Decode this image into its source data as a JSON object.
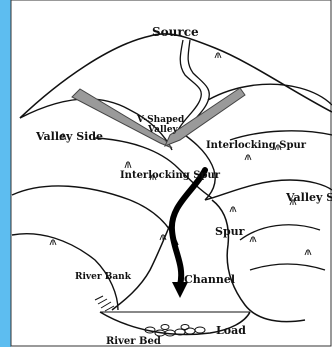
{
  "labels": {
    "source": "Source",
    "v_shaped": "V-Shaped",
    "valley": "Valley",
    "valley_side_left": "Valley Side",
    "interlocking_spur_right": "Interlocking Spur",
    "interlocking_spur_center": "Interlocking Spur",
    "valley_side_right": "Valley Side",
    "spur": "Spur",
    "channel": "Channel",
    "river_bank": "River Bank",
    "load": "Load",
    "river_bed": "River Bed"
  },
  "colors": {
    "edge": "#5dbdf0",
    "ink": "#111111",
    "arrow": "#9a9a9a",
    "flow_arrow": "#000000"
  }
}
